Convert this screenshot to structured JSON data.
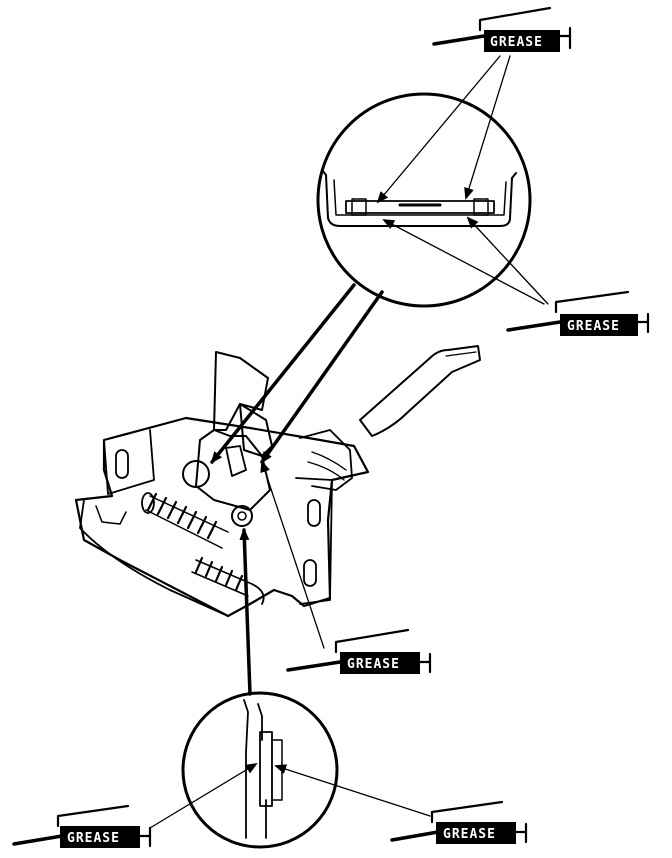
{
  "callouts": [
    {
      "label": "GREASE"
    },
    {
      "label": "GREASE"
    },
    {
      "label": "GREASE"
    },
    {
      "label": "GREASE"
    },
    {
      "label": "GREASE"
    }
  ],
  "colors": {
    "ink": "#000000",
    "paper": "#ffffff"
  }
}
